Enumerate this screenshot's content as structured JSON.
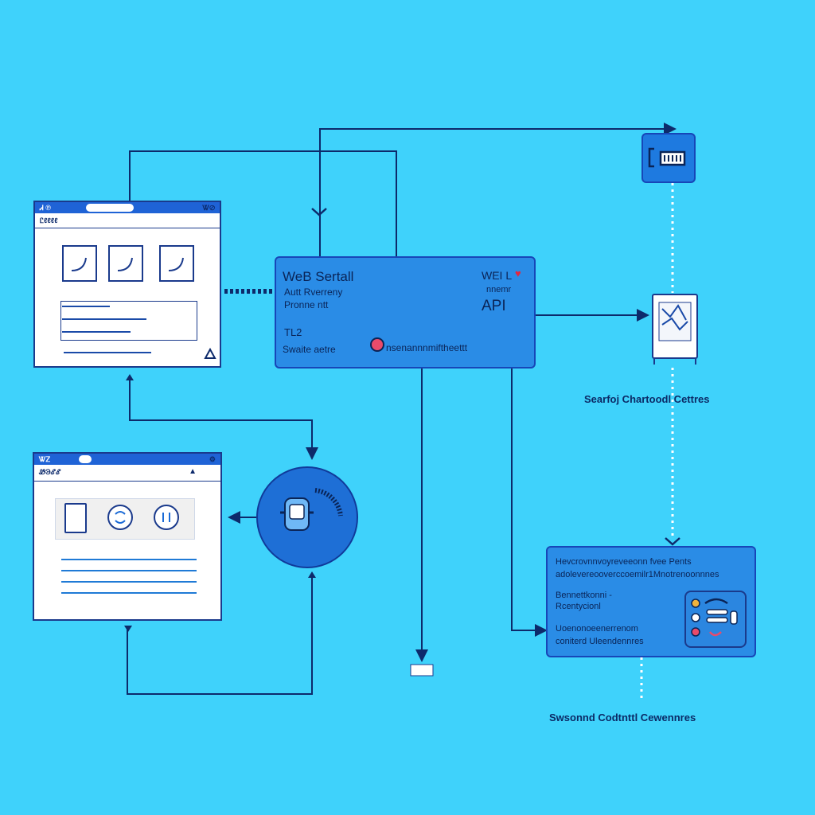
{
  "window_top": {
    "title": "Ꮧ ℗",
    "right": "Ꮤ⊘",
    "sub": "Ꮭℓℓℓℓ"
  },
  "window_bottom": {
    "title": "ᏔᏃ",
    "sub": "Ꮺ℈ℰℰ"
  },
  "api_card": {
    "title": "WeB Sertall",
    "line1": "Autt Rverreny",
    "line2": "Pronne ntt",
    "line3": "TL2",
    "line4": "Swaite aetre",
    "status": "nsenannnmiftheettt",
    "right_top": "WEI L",
    "right_mid": "nnemr",
    "right_api": "API"
  },
  "info_card": {
    "line1": "Hevcrovnnvoyreveeonn fvee Pents",
    "line2": "adolevereooverccoemilr1Mnotrenoonnnes",
    "line3": "Bennettkonni -",
    "line4": "Rcentycionl",
    "line5": "Uoenonoeenerrenom",
    "line6": "coniterd Uleendennres"
  },
  "labels": {
    "chart_cards": "Searfoj Chartoodl Cettres",
    "system_conversions": "Swsonnd Codtnttl Cewennres"
  },
  "colors": {
    "background": "#3fd2fb",
    "card": "#2a8ce6",
    "line": "#1a3a8c"
  }
}
